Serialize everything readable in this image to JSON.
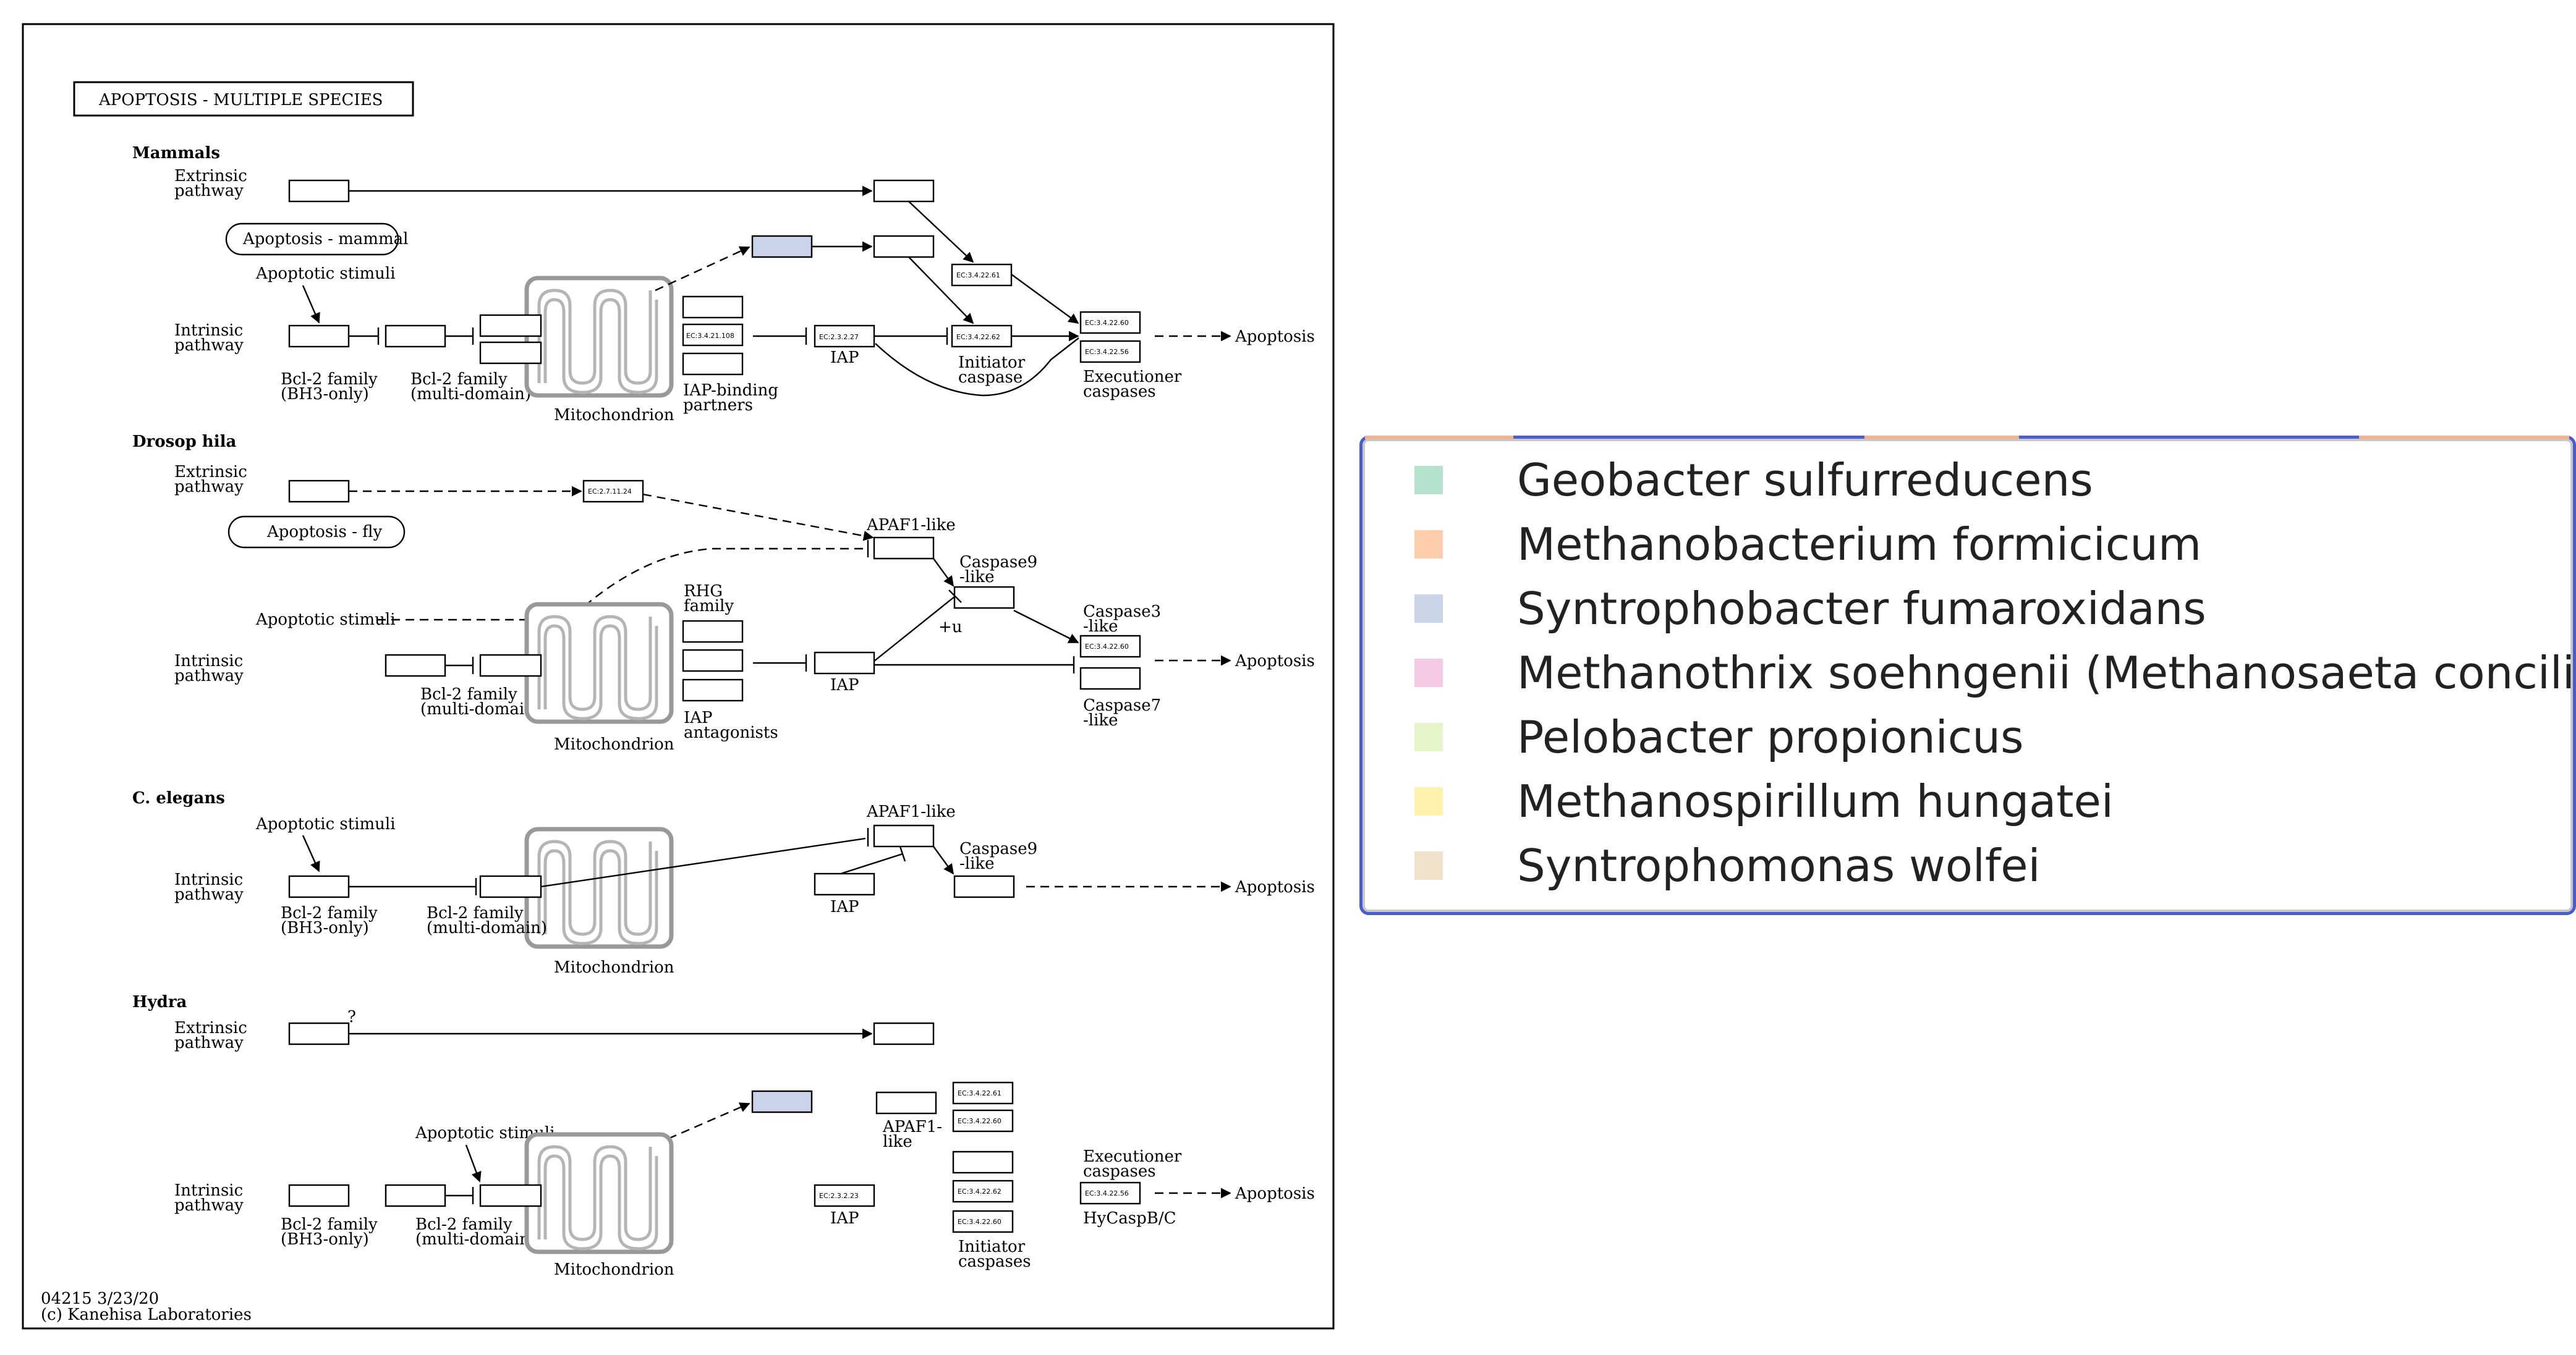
{
  "title": "APOPTOSIS - MULTIPLE SPECIES",
  "footer": {
    "code": "04215 3/23/20",
    "copyright": "(c) Kanehisa Laboratories"
  },
  "sections": {
    "mammals": "Mammals",
    "drosophila": "Drosop hila",
    "celegans": "C. elegans",
    "hydra": "Hydra"
  },
  "labels": {
    "extrinsic": [
      "Extrinsic",
      "pathway"
    ],
    "intrinsic": [
      "Intrinsic",
      "pathway"
    ],
    "apoptotic_stimuli": "Apoptotic stimuli",
    "mitochondrion": "Mitochondrion",
    "apoptosis": "Apoptosis",
    "iap": "IAP",
    "bcl2_bh3": [
      "Bcl-2 family",
      "(BH3-only)"
    ],
    "bcl2_multi": [
      "Bcl-2 family",
      "(multi-domain)"
    ],
    "iap_binding": [
      "IAP-binding",
      "partners"
    ],
    "initiator_caspase": [
      "Initiator",
      "caspase"
    ],
    "executioner_caspases": [
      "Executioner",
      "caspases"
    ],
    "apaf1_like": "APAF1-like",
    "caspase9_like": [
      "Caspase9",
      "-like"
    ],
    "caspase3_like": [
      "Caspase3",
      "-like"
    ],
    "caspase7_like": [
      "Caspase7",
      "-like"
    ],
    "rhg_family": [
      "RHG",
      "family"
    ],
    "iap_antagonists": [
      "IAP",
      "antagonists"
    ],
    "apaf1_hydra": [
      "APAF1-",
      "like"
    ],
    "initiator_caspases": [
      "Initiator",
      "caspases"
    ],
    "hycasp": "HyCaspB/C",
    "plus_u": "+u",
    "question": "?"
  },
  "links": {
    "mammal": "Apoptosis - mammal",
    "fly": "Apoptosis - fly"
  },
  "ec": {
    "e1": "EC:3.4.22.61",
    "e2": "EC:3.4.22.62",
    "e3": "EC:3.4.22.60",
    "e4": "EC:3.4.22.56",
    "e5": "EC:3.4.21.108",
    "e6": "EC:2.3.2.27",
    "e7": "EC:2.7.11.24",
    "e8": "EC:3.4.22.60",
    "e9": "EC:3.4.22.61",
    "e10": "EC:3.4.22.60",
    "e11": "EC:3.4.22.62",
    "e12": "EC:3.4.22.60",
    "e13": "EC:2.3.2.23",
    "e14": "EC:3.4.22.56"
  },
  "colors": {
    "highlight_box": "#c9d3ea"
  },
  "legend": [
    {
      "label": "Geobacter sulfurreducens",
      "color": "#b3e2cd"
    },
    {
      "label": "Methanobacterium formicicum",
      "color": "#fdcdac"
    },
    {
      "label": "Syntrophobacter fumaroxidans",
      "color": "#cbd5e8"
    },
    {
      "label": "Methanothrix soehngenii (Methanosaeta concilii)",
      "color": "#f4cae4"
    },
    {
      "label": "Pelobacter propionicus",
      "color": "#e6f5c9"
    },
    {
      "label": "Methanospirillum hungatei",
      "color": "#fff2ae"
    },
    {
      "label": "Syntrophomonas wolfei",
      "color": "#f1e2cc"
    }
  ]
}
